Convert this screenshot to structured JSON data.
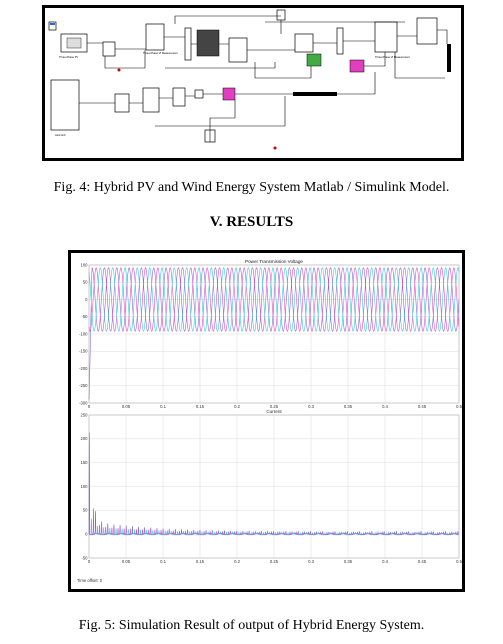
{
  "figure4": {
    "caption": "Fig. 4: Hybrid PV and Wind Energy System Matlab / Simulink Model."
  },
  "section": {
    "heading": "V.  RESULTS"
  },
  "figure5": {
    "caption": "Fig. 5: Simulation Result of output of Hybrid Energy System.",
    "time_offset_label": "Time offset: 0",
    "colors": {
      "phase_a": "#7f5fd8",
      "phase_b": "#e040c0",
      "phase_c": "#28c8d8"
    },
    "chart_data": [
      {
        "type": "line",
        "title": "Power Transmission Voltage",
        "xlim": [
          0,
          0.5
        ],
        "ylim": [
          -300,
          100
        ],
        "yticks": [
          100,
          50,
          0,
          -50,
          -100,
          -150,
          -200,
          -250,
          -300
        ],
        "xticks": [
          0,
          0.05,
          0.1,
          0.15,
          0.2,
          0.25,
          0.3,
          0.35,
          0.4,
          0.45,
          0.5
        ],
        "grid": true,
        "series": [
          {
            "amplitude": 92,
            "frequency_hz": 60,
            "phase_deg": 0,
            "initial_transient_min": -290
          },
          {
            "amplitude": 92,
            "frequency_hz": 60,
            "phase_deg": -120
          },
          {
            "amplitude": 92,
            "frequency_hz": 60,
            "phase_deg": 120
          }
        ]
      },
      {
        "type": "line",
        "title": "Current",
        "xlim": [
          0,
          0.5
        ],
        "ylim": [
          -50,
          250
        ],
        "yticks": [
          250,
          200,
          150,
          100,
          50,
          0,
          -50
        ],
        "xticks": [
          0,
          0.05,
          0.1,
          0.15,
          0.2,
          0.25,
          0.3,
          0.35,
          0.4,
          0.45,
          0.5
        ],
        "grid": true,
        "series": [
          {
            "initial_peak": 220,
            "steady_peak": 5,
            "spike_interval_s": 0.0083
          },
          {
            "initial_peak": 180,
            "steady_peak": 4,
            "spike_interval_s": 0.0083
          },
          {
            "initial_peak": 40,
            "steady_peak": 3,
            "spike_interval_s": 0.0083
          }
        ]
      }
    ]
  }
}
